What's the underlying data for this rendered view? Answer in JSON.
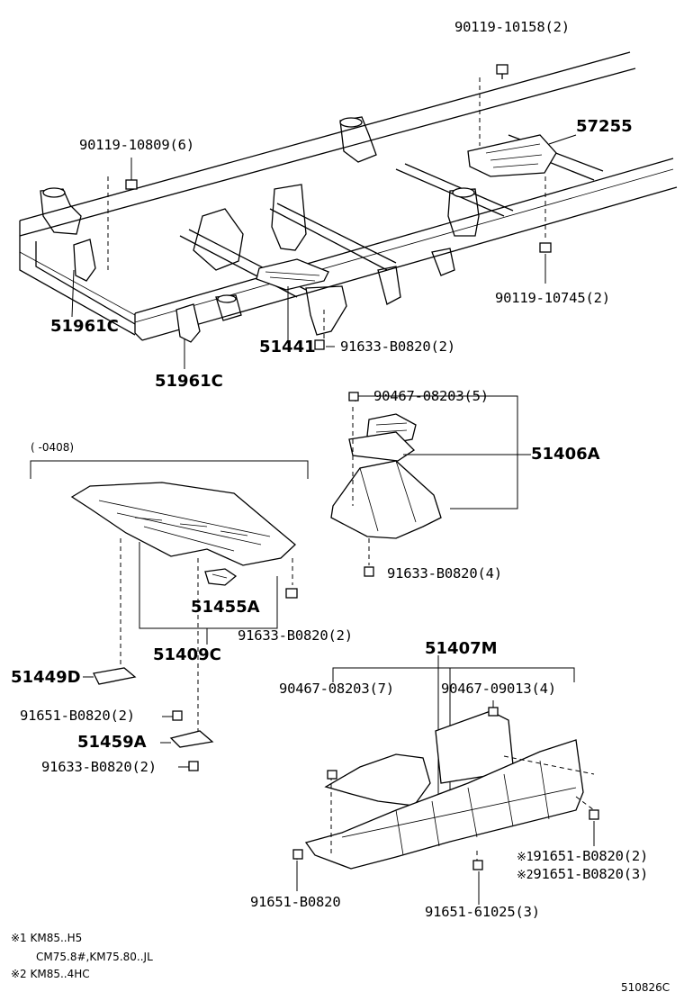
{
  "parts": {
    "p1": "90119-10158(2)",
    "p2": "57255",
    "p3": "90119-10809(6)",
    "p4": "51961C",
    "p5": "51961C",
    "p6": "51441",
    "p7": "91633-B0820(2)",
    "p8": "90119-10745(2)",
    "p9": "90467-08203(5)",
    "p10": "51406A",
    "p11": "91633-B0820(4)",
    "p12": "51455A",
    "p13": "91633-B0820(2)",
    "p14": "51409C",
    "p15": "51449D",
    "p16": "91651-B0820(2)",
    "p17": "51459A",
    "p18": "91633-B0820(2)",
    "p19": "51407M",
    "p20": "90467-08203(7)",
    "p21": "90467-09013(4)",
    "p22": "91651-B0820(2)",
    "p23": "91651-B0820(3)",
    "p24": "91651-B0820",
    "p25": "91651-61025(3)"
  },
  "marks": {
    "m1": "※1",
    "m2": "※2"
  },
  "range_label": "(   -0408)",
  "notes": {
    "n1": "※1 KM85..H5",
    "n2": "CM75.8#,KM75.80..JL",
    "n3": "※2 KM85..4HC"
  },
  "figure_code": "510826C"
}
